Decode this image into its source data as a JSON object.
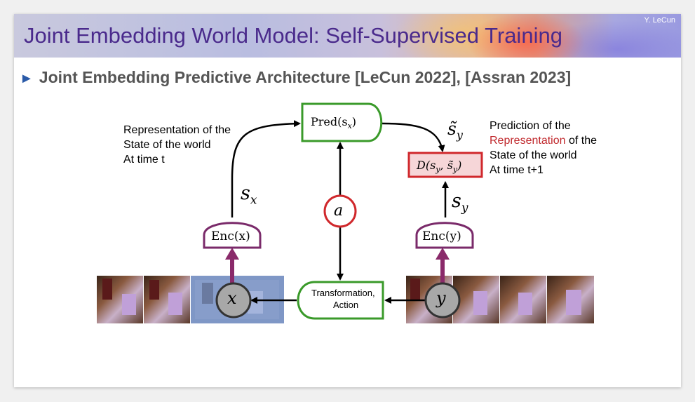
{
  "slide": {
    "author": "Y. LeCun",
    "title": "Joint Embedding World Model: Self-Supervised Training",
    "bullet": "Joint Embedding Predictive Architecture [LeCun 2022], [Assran 2023]"
  },
  "annotations": {
    "left": [
      "Representation of the",
      "State of the world",
      "At time t"
    ],
    "right_line1": "Prediction of the",
    "right_highlight": "Representation",
    "right_line2_rest": " of the",
    "right_line3": "State of the world",
    "right_line4": "At time t+1"
  },
  "nodes": {
    "pred": "Pred(s",
    "pred_sub": "x",
    "distance": "D(s",
    "distance_sub1": "y",
    "distance_mid": ", s̃",
    "distance_sub2": "y",
    "enc_x": "Enc(x)",
    "enc_y": "Enc(y)",
    "action": "a",
    "x": "x",
    "y": "y",
    "transform_line1": "Transformation,",
    "transform_line2": "Action"
  },
  "edge_labels": {
    "sx": "s",
    "sx_sub": "x",
    "sy": "s",
    "sy_sub": "y",
    "sy_tilde": "s̃",
    "sy_tilde_sub": "y"
  },
  "colors": {
    "title": "#4a2a8c",
    "bullet_arrow": "#2a5aa8",
    "encoder_border": "#7a2a6a",
    "predictor_border": "#3a9a2a",
    "distance_border": "#d0282c",
    "distance_fill": "#f6d6d8",
    "action_border": "#d0282c",
    "latent_fill": "#a8a8a8",
    "highlight_text": "#c0282c"
  }
}
